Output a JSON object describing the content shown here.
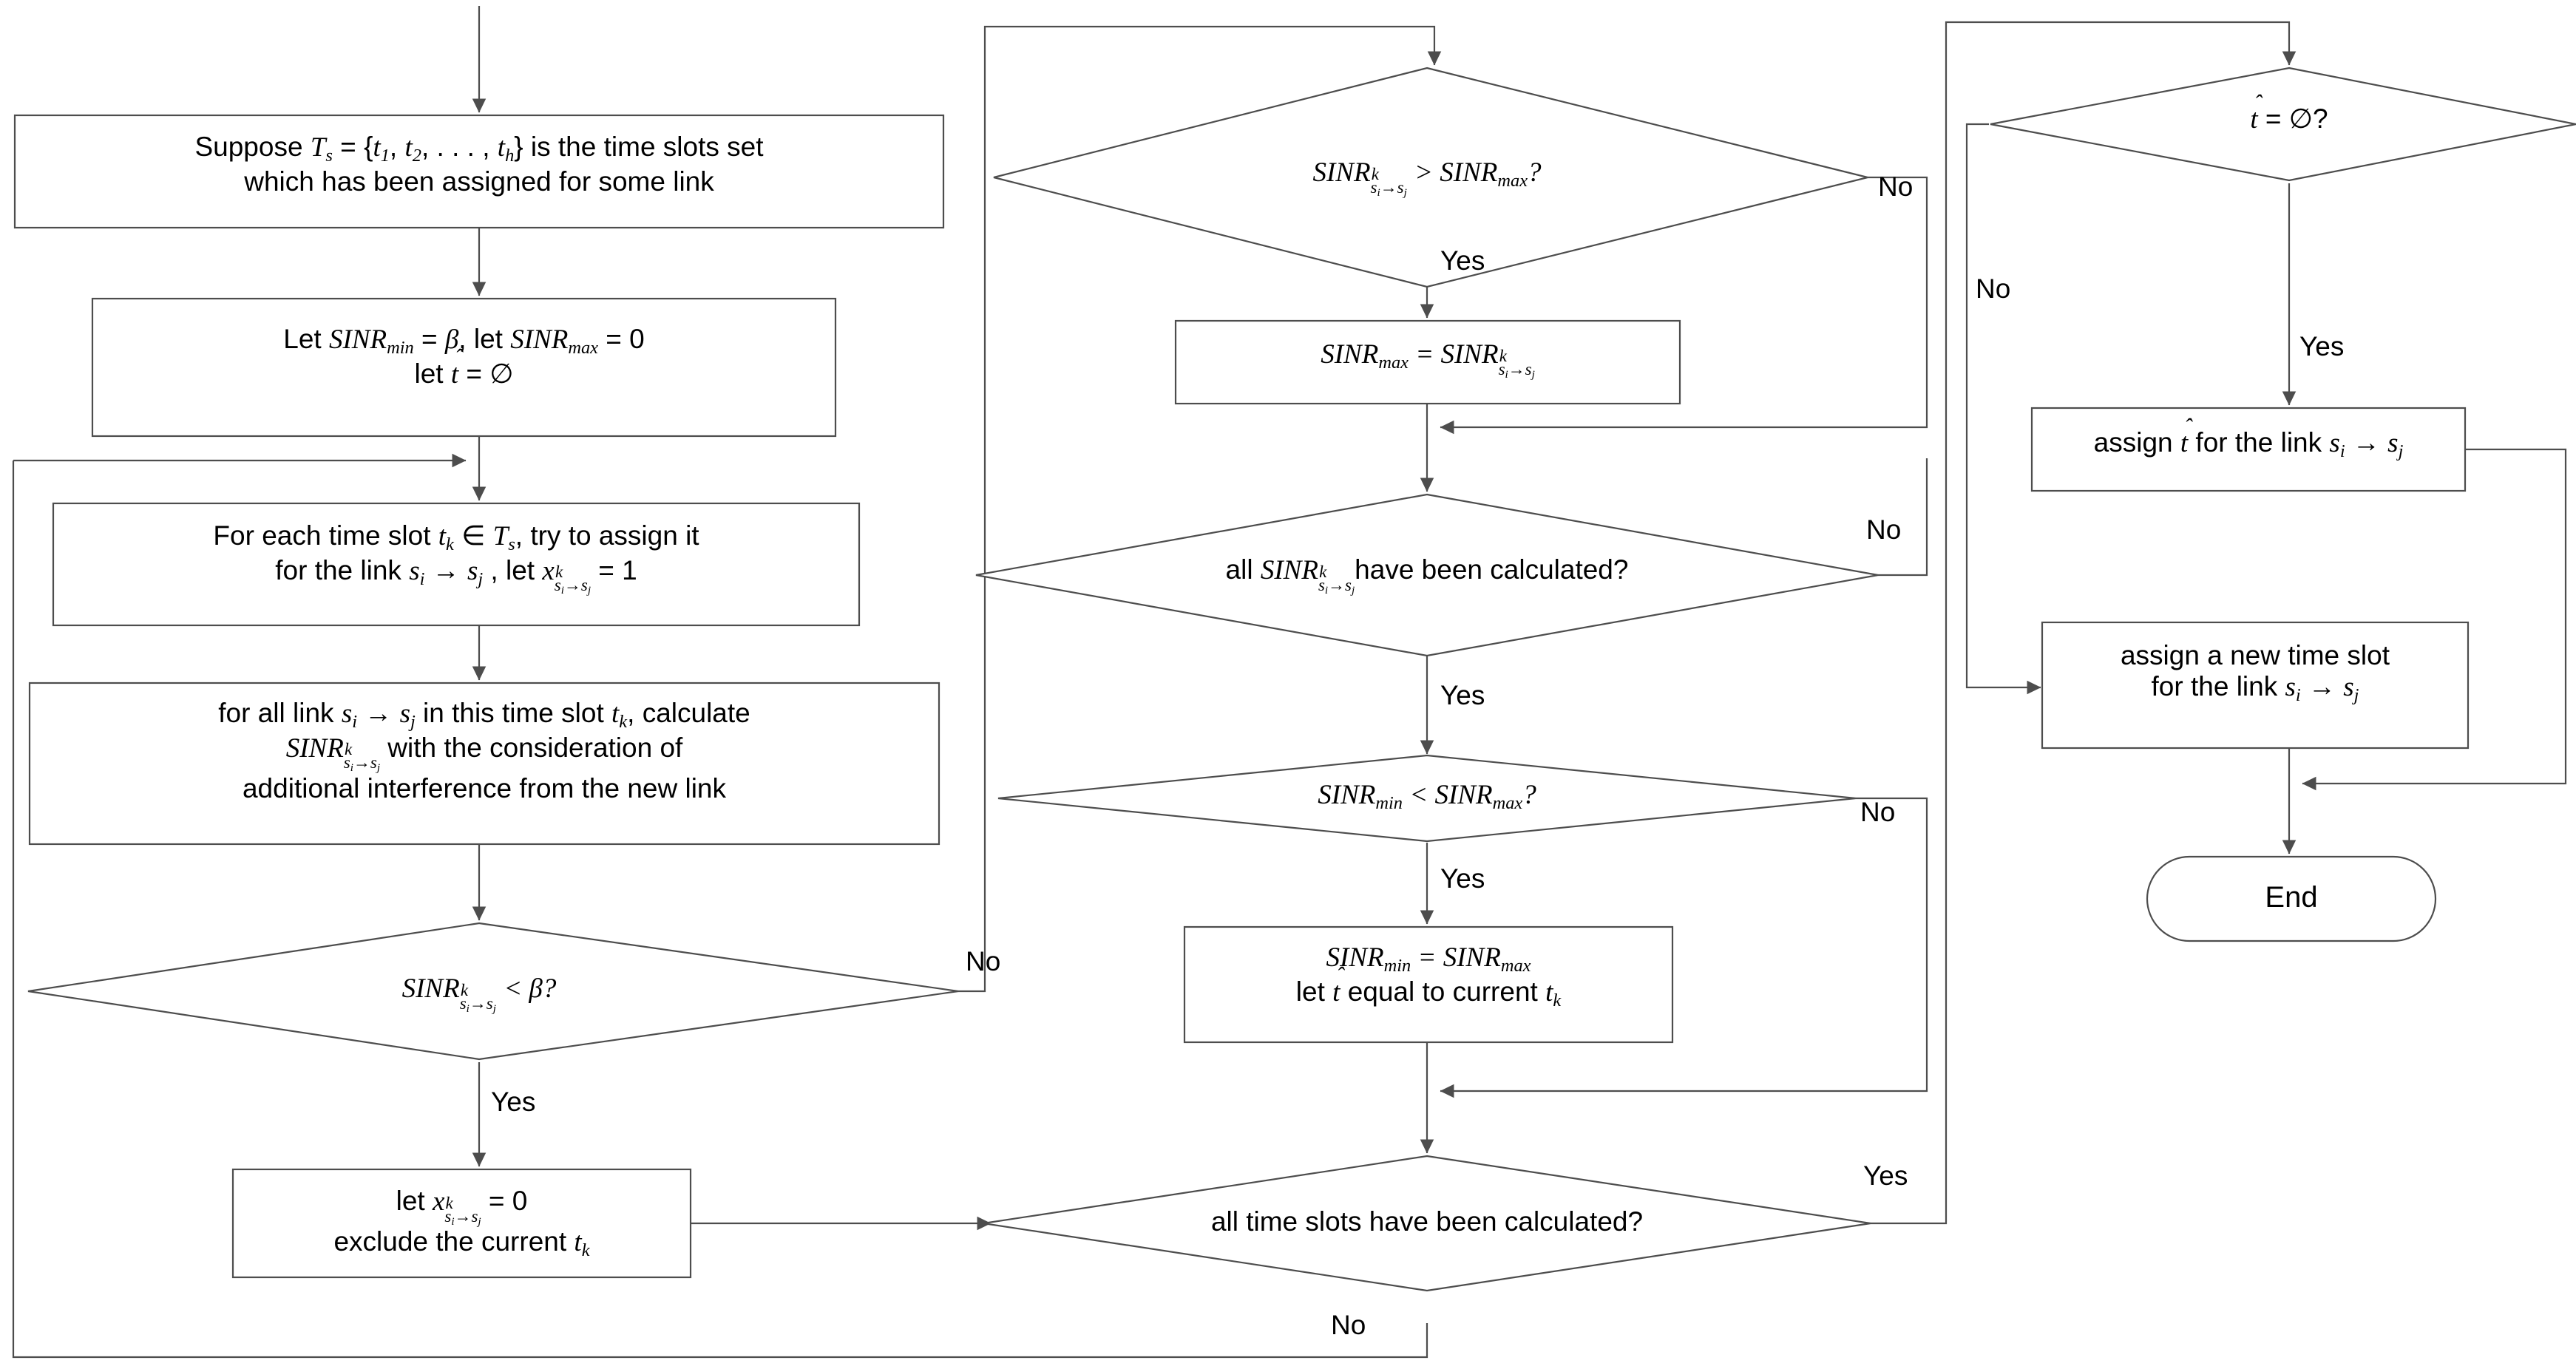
{
  "diagram": {
    "title": "SINR-based time slot assignment flowchart",
    "colors": {
      "stroke": "#4d4d4d",
      "fill": "#ffffff",
      "text": "#000000"
    },
    "nodes": {
      "suppose_timeslots": {
        "kind": "process",
        "line1": "Suppose T_s = {t_1, t_2, ..., t_h} is the time slots set",
        "line2": "which has been assigned for some link"
      },
      "init_sinr": {
        "kind": "process",
        "line1": "Let SINR_min = β, let SINR_max = 0",
        "line2": "let t̂ = ∅"
      },
      "for_each_slot": {
        "kind": "process",
        "line1": "For each time slot t_k ∈ T_s, try to assign it",
        "line2": "for the link s_i → s_j , let x^k_{s_i→s_j} = 1"
      },
      "calc_sinr": {
        "kind": "process",
        "line1": "for all link s_i → s_j in this time slot t_k, calculate",
        "line2": "SINR^k_{s_i→s_j} with the consideration of",
        "line3": "additional interference from the new link"
      },
      "sinr_lt_beta": {
        "kind": "decision",
        "text": "SINR^k_{s_i→s_j} < β?",
        "yes_label": "Yes",
        "no_label": "No"
      },
      "set_x_zero": {
        "kind": "process",
        "line1": "let x^k_{s_i→s_j} = 0",
        "line2": "exclude the current t_k"
      },
      "sinr_gt_max": {
        "kind": "decision",
        "text": "SINR^k_{s_i→s_j} > SINR_max?",
        "yes_label": "Yes",
        "no_label": "No"
      },
      "set_sinr_max": {
        "kind": "process",
        "line1": "SINR_max = SINR^k_{s_i→s_j}"
      },
      "all_sinr_calculated": {
        "kind": "decision",
        "text": "all SINR^k_{s_i→s_j} have been calculated?",
        "yes_label": "Yes",
        "no_label": "No"
      },
      "min_lt_max": {
        "kind": "decision",
        "text": "SINR_min < SINR_max?",
        "yes_label": "Yes",
        "no_label": "No"
      },
      "update_min": {
        "kind": "process",
        "line1": "SINR_min = SINR_max",
        "line2": "let t̂ equal to current t_k"
      },
      "all_slots_calculated": {
        "kind": "decision",
        "text": "all time slots have been calculated?",
        "yes_label": "Yes",
        "no_label": "No"
      },
      "that_empty": {
        "kind": "decision",
        "text": "t̂ = ∅?",
        "yes_label": "Yes",
        "no_label": "No"
      },
      "assign_that": {
        "kind": "process",
        "line1": "assign t̂ for the link s_i → s_j"
      },
      "assign_new_slot": {
        "kind": "process",
        "line1": "assign a new time slot",
        "line2": "for the link s_i → s_j"
      },
      "end": {
        "kind": "terminator",
        "label": "End"
      }
    },
    "edge_labels": {
      "sinr_lt_beta_no": "No",
      "sinr_lt_beta_yes": "Yes",
      "sinr_gt_max_no": "No",
      "sinr_gt_max_yes": "Yes",
      "all_sinr_no": "No",
      "all_sinr_yes": "Yes",
      "min_lt_max_no": "No",
      "min_lt_max_yes": "Yes",
      "all_slots_yes": "Yes",
      "all_slots_no": "No",
      "that_empty_no": "No",
      "that_empty_yes": "Yes"
    }
  }
}
